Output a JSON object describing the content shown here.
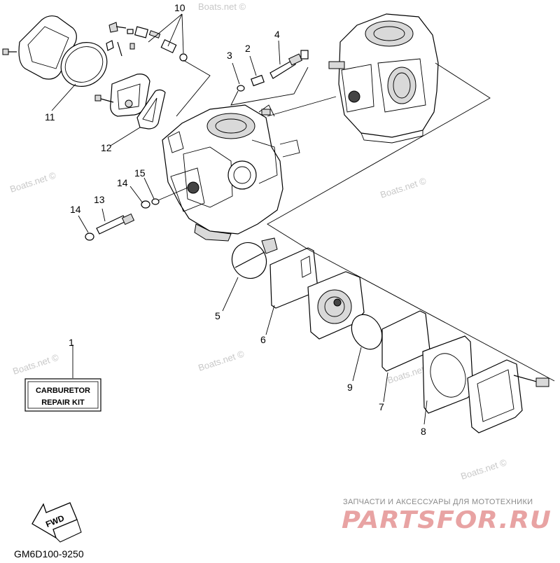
{
  "labels": {
    "p1": "1",
    "p2": "2",
    "p3": "3",
    "p4": "4",
    "p5": "5",
    "p6": "6",
    "p7": "7",
    "p8": "8",
    "p9": "9",
    "p10": "10",
    "p11": "11",
    "p12": "12",
    "p13": "13",
    "p14a": "14",
    "p14b": "14",
    "p15": "15"
  },
  "kit": {
    "line1": "CARBURETOR",
    "line2": "REPAIR  KIT"
  },
  "fwd": "FWD",
  "diagram_code": "GM6D100-9250",
  "watermarks": {
    "w1": "Boats.net ©",
    "w2": "Boats.net ©",
    "w3": "Boats.net ©",
    "w4": "Boats.net ©",
    "w5": "Boats.net ©",
    "w6": "Boats.net ©",
    "w7": "Boats.net ©"
  },
  "promo": {
    "tagline": "ЗАПЧАСТИ И АКСЕССУАРЫ ДЛЯ МОТОТЕХНИКИ",
    "brand": "PARTSFOR.RU"
  }
}
